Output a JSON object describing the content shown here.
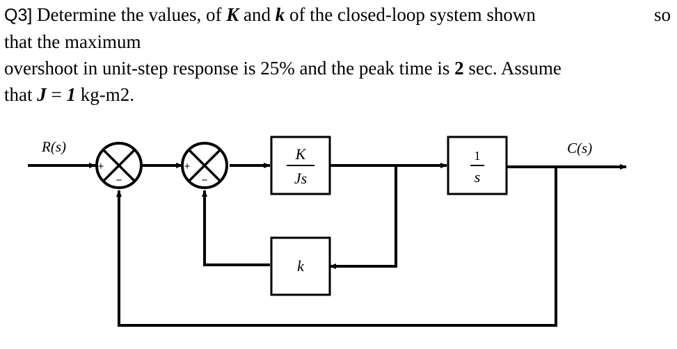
{
  "question": {
    "label": "Q3]",
    "line1": {
      "t1": " Determine the values, of ",
      "K": "K",
      "t2": " and ",
      "k": "k",
      "t3": " of the closed-loop system shown",
      "t4": "so"
    },
    "line2": "that the maximum",
    "line3": {
      "t1": "overshoot in unit-step response is 25% and the peak time is ",
      "peak": "2",
      "t2": " sec. Assume"
    },
    "line4": {
      "t1": "that ",
      "J": "J",
      "t2": " = ",
      "one": "1",
      "t3": " kg-m2."
    }
  },
  "diagram": {
    "input_label": "R(s)",
    "output_label": "C(s)",
    "summer1": {
      "plus": "+",
      "minus": "−"
    },
    "summer2": {
      "plus": "+",
      "minus": "−"
    },
    "block1": {
      "numerator": "K",
      "denominator": "Js"
    },
    "block2": {
      "numerator": "1",
      "denominator": "s"
    },
    "feedback_block": {
      "label": "k"
    }
  }
}
